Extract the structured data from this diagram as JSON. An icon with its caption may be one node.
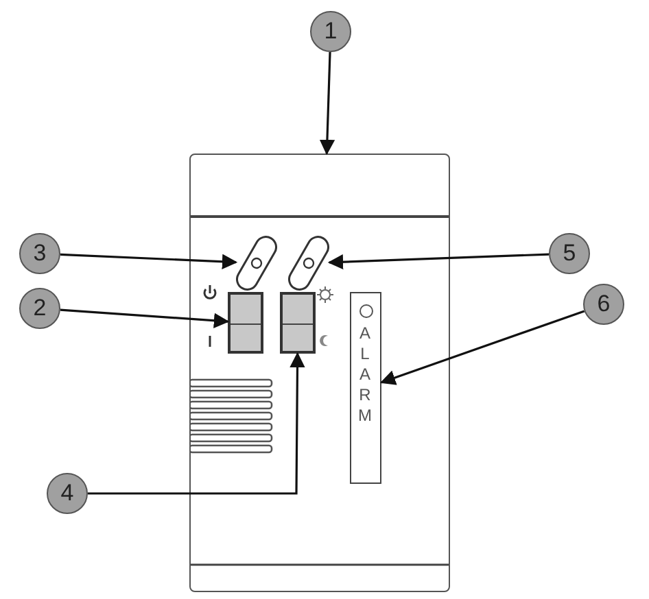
{
  "diagram": {
    "nodes": [
      {
        "text": [
          "1"
        ]
      },
      {
        "text": [],
        "shape": "box"
      },
      {
        "text": [
          "3"
        ]
      },
      {
        "text": [],
        "shape": "knob",
        "in": 1
      },
      {
        "text": [
          "5"
        ]
      },
      {
        "text": [],
        "shape": "knob",
        "in": 1
      },
      {
        "text": [
          "2"
        ]
      },
      {
        "text": [],
        "shape": "switch",
        "in": 1
      },
      {
        "text": [
          "6"
        ]
      },
      {
        "text": [
          "ALARM"
        ],
        "in": 1
      },
      {
        "text": [
          "4"
        ]
      },
      {
        "text": [],
        "shape": "switch",
        "in": 1
      }
    ],
    "edges": [
      {
        "from": 0,
        "to": 1,
        "arrow": "to"
      },
      {
        "from": 2,
        "to": 3,
        "arrow": "to"
      },
      {
        "from": 4,
        "to": 5,
        "arrow": "to"
      },
      {
        "from": 6,
        "to": 7,
        "arrow": "to"
      },
      {
        "from": 8,
        "to": 9,
        "arrow": "to"
      },
      {
        "from": 10,
        "to": 11,
        "arrow": "to"
      }
    ]
  }
}
